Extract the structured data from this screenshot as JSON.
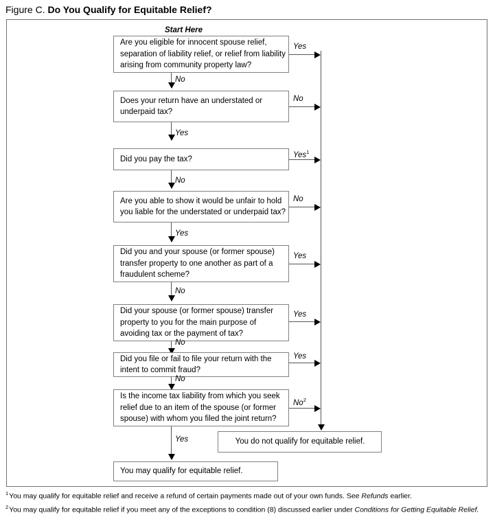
{
  "figure": {
    "label": "Figure C.",
    "headline": "Do You Qualify for Equitable Relief?",
    "start_here": "Start Here"
  },
  "nodes": {
    "q1": {
      "lines": [
        "Are you eligible for innocent spouse relief,",
        "separation of liability relief, or relief from liability",
        "arising from community property law?"
      ]
    },
    "q2": {
      "lines": [
        "Does your return have an understated or",
        "underpaid tax?"
      ]
    },
    "q3": {
      "lines": [
        "Did you pay the tax?"
      ]
    },
    "q4": {
      "lines": [
        "Are you able to show it would be unfair to hold",
        "you liable for the understated or underpaid tax?"
      ]
    },
    "q5": {
      "lines": [
        "Did you and your spouse (or former spouse)",
        "transfer property to one another as part of a",
        "fraudulent scheme?"
      ]
    },
    "q6": {
      "lines": [
        "Did your spouse (or former spouse) transfer",
        "property to you for the main purpose of",
        "avoiding tax or the payment of tax?"
      ]
    },
    "q7": {
      "lines": [
        "Did you file or fail to file your return with the",
        "intent to commit fraud?"
      ]
    },
    "q8": {
      "lines": [
        "Is the income tax liability from which you seek",
        "relief due to an item of the spouse (or former",
        "spouse) with whom you filed the joint return?"
      ]
    },
    "not_qualify": {
      "lines": [
        "You do not qualify for equitable relief."
      ]
    },
    "may_qualify": {
      "lines": [
        "You may qualify for equitable relief."
      ]
    }
  },
  "edges": {
    "q1_yes": "Yes",
    "q1_no": "No",
    "q2_no": "No",
    "q2_yes": "Yes",
    "q3_yes": "Yes",
    "q3_yes_note": "1",
    "q3_no": "No",
    "q4_no": "No",
    "q4_yes": "Yes",
    "q5_yes": "Yes",
    "q5_no": "No",
    "q6_yes": "Yes",
    "q6_no": "No",
    "q7_yes": "Yes",
    "q7_no": "No",
    "q8_no": "No",
    "q8_no_note": "2",
    "q8_yes": "Yes"
  },
  "footnotes": [
    {
      "marker": "1",
      "pre": "You may qualify for equitable relief and receive a refund of certain payments made out of your own funds. See ",
      "italic": "Refunds",
      "post": " earlier."
    },
    {
      "marker": "2",
      "pre": "You may qualify for equitable relief if you meet any of the exceptions to condition (8) discussed earlier under ",
      "italic": "Conditions for Getting Equitable Relief.",
      "post": ""
    }
  ]
}
